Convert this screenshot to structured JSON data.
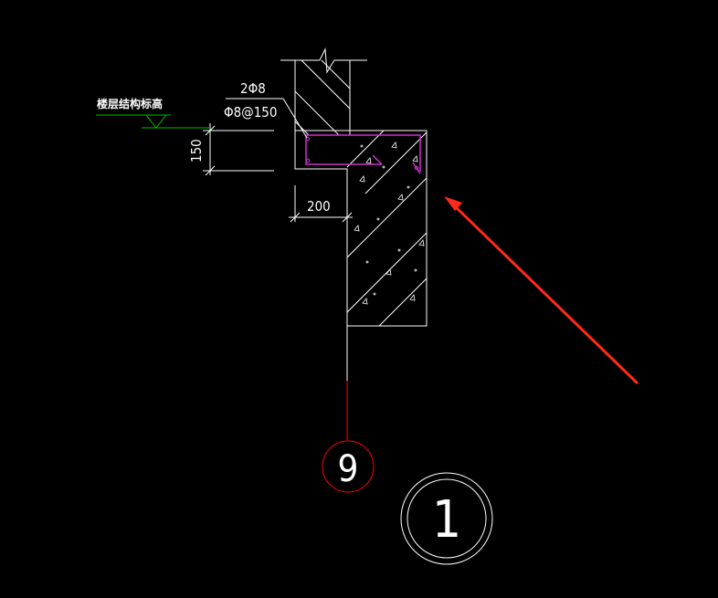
{
  "annotations": {
    "rebar_top": "2Φ8",
    "rebar_stirrup": "Φ8@150",
    "dim_height": "150",
    "dim_width": "200",
    "elevation_label": "楼层结构标高",
    "axis_label": "9",
    "detail_label": "1"
  },
  "colors": {
    "background": "#000000",
    "lines": "#ffffff",
    "rebar": "#cc33cc",
    "elevation": "#00c000",
    "axis": "#ff0000",
    "arrow": "#ff2a1a"
  }
}
